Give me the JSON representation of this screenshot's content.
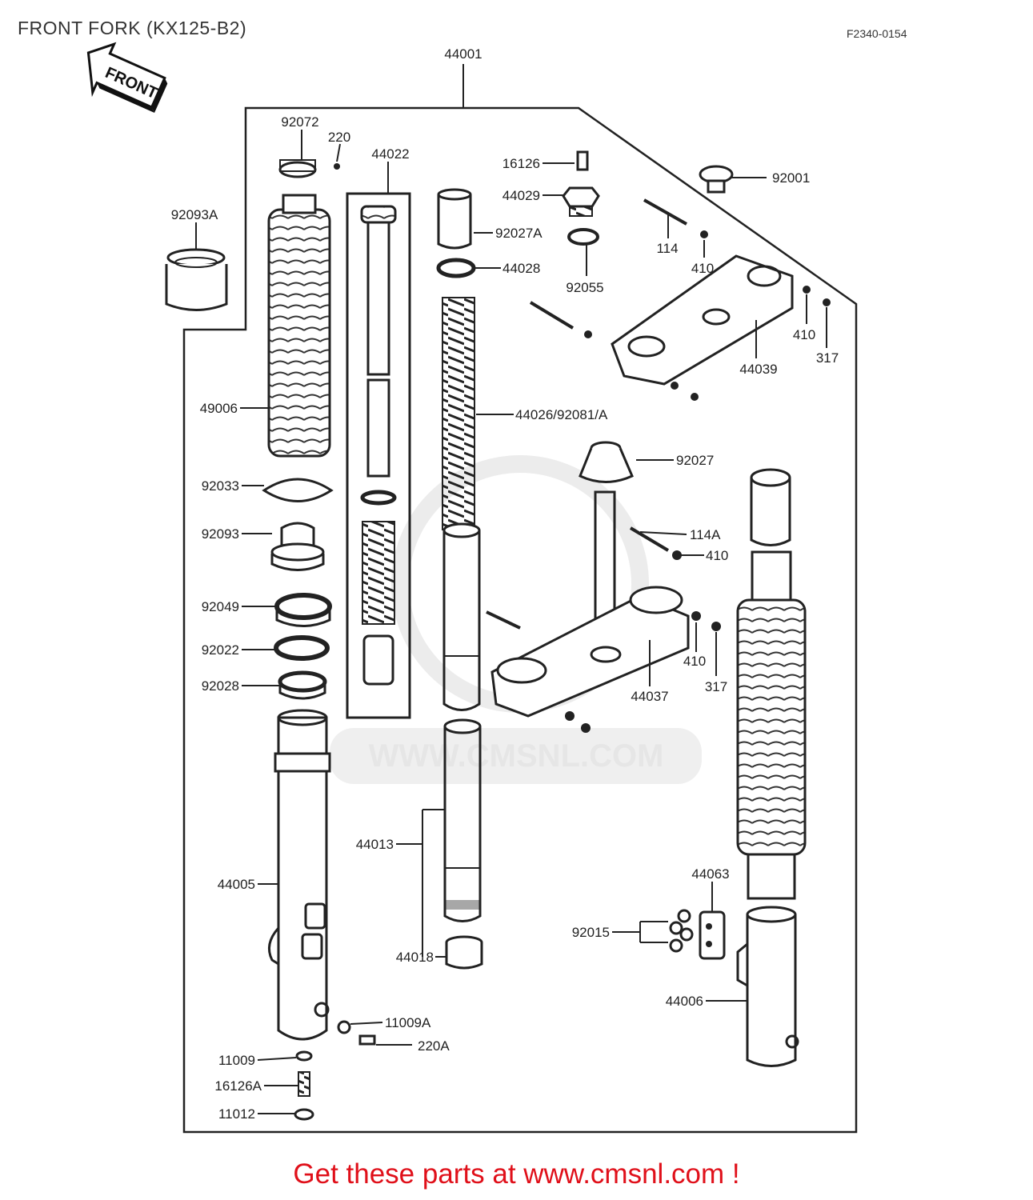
{
  "header": {
    "title": "FRONT FORK (KX125-B2)",
    "code": "F2340-0154"
  },
  "front_arrow_label": "FRONT",
  "watermark_text": "WWW.CMSNL.COM",
  "footer_text": "Get these parts at www.cmsnl.com !",
  "parts": [
    {
      "num": "44001"
    },
    {
      "num": "92072"
    },
    {
      "num": "220"
    },
    {
      "num": "44022"
    },
    {
      "num": "16126"
    },
    {
      "num": "44029"
    },
    {
      "num": "92001"
    },
    {
      "num": "92093A"
    },
    {
      "num": "92027A"
    },
    {
      "num": "114"
    },
    {
      "num": "410"
    },
    {
      "num": "44028"
    },
    {
      "num": "92055"
    },
    {
      "num": "410"
    },
    {
      "num": "317"
    },
    {
      "num": "44039"
    },
    {
      "num": "49006"
    },
    {
      "num": "44026/92081/A"
    },
    {
      "num": "92027"
    },
    {
      "num": "92033"
    },
    {
      "num": "92093"
    },
    {
      "num": "114A"
    },
    {
      "num": "410"
    },
    {
      "num": "92049"
    },
    {
      "num": "92022"
    },
    {
      "num": "410"
    },
    {
      "num": "92028"
    },
    {
      "num": "317"
    },
    {
      "num": "44037"
    },
    {
      "num": "44013"
    },
    {
      "num": "44005"
    },
    {
      "num": "44063"
    },
    {
      "num": "92015"
    },
    {
      "num": "44018"
    },
    {
      "num": "44006"
    },
    {
      "num": "11009A"
    },
    {
      "num": "220A"
    },
    {
      "num": "11009"
    },
    {
      "num": "16126A"
    },
    {
      "num": "11012"
    }
  ]
}
